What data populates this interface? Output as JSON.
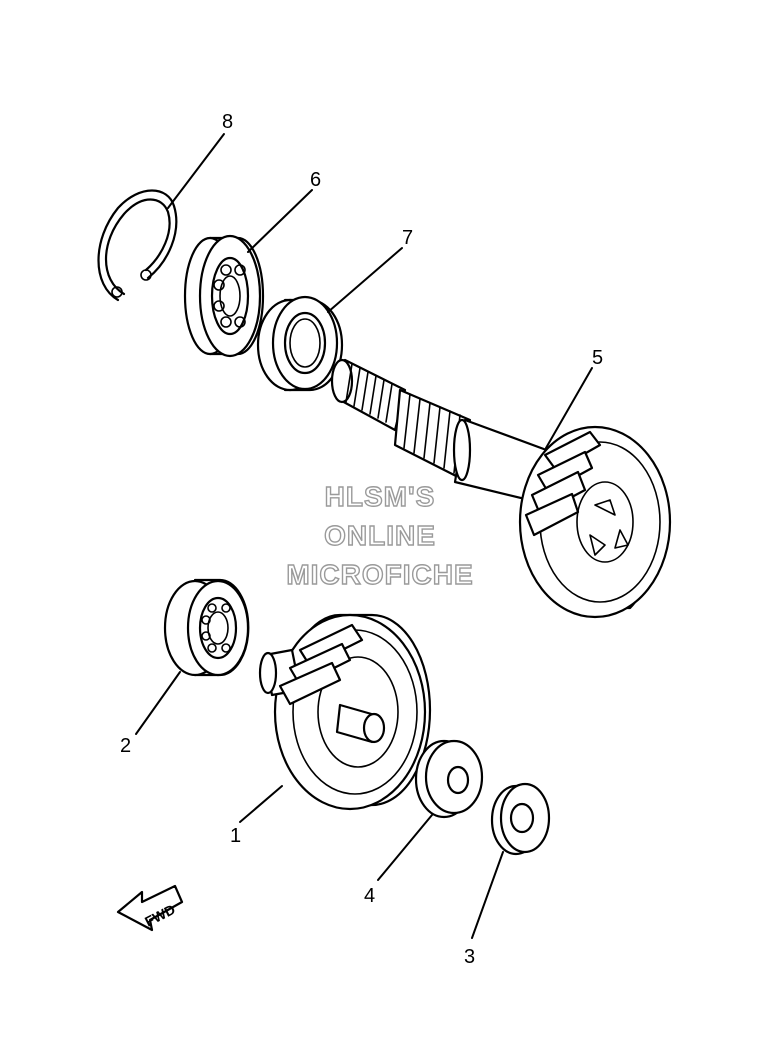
{
  "watermark": {
    "line1": "HLSM'S",
    "line2": "ONLINE",
    "line3": "MICROFICHE"
  },
  "direction_label": "FWD",
  "parts": [
    {
      "ref": "1"
    },
    {
      "ref": "2"
    },
    {
      "ref": "3"
    },
    {
      "ref": "4"
    },
    {
      "ref": "5"
    },
    {
      "ref": "6"
    },
    {
      "ref": "7"
    },
    {
      "ref": "8"
    }
  ]
}
